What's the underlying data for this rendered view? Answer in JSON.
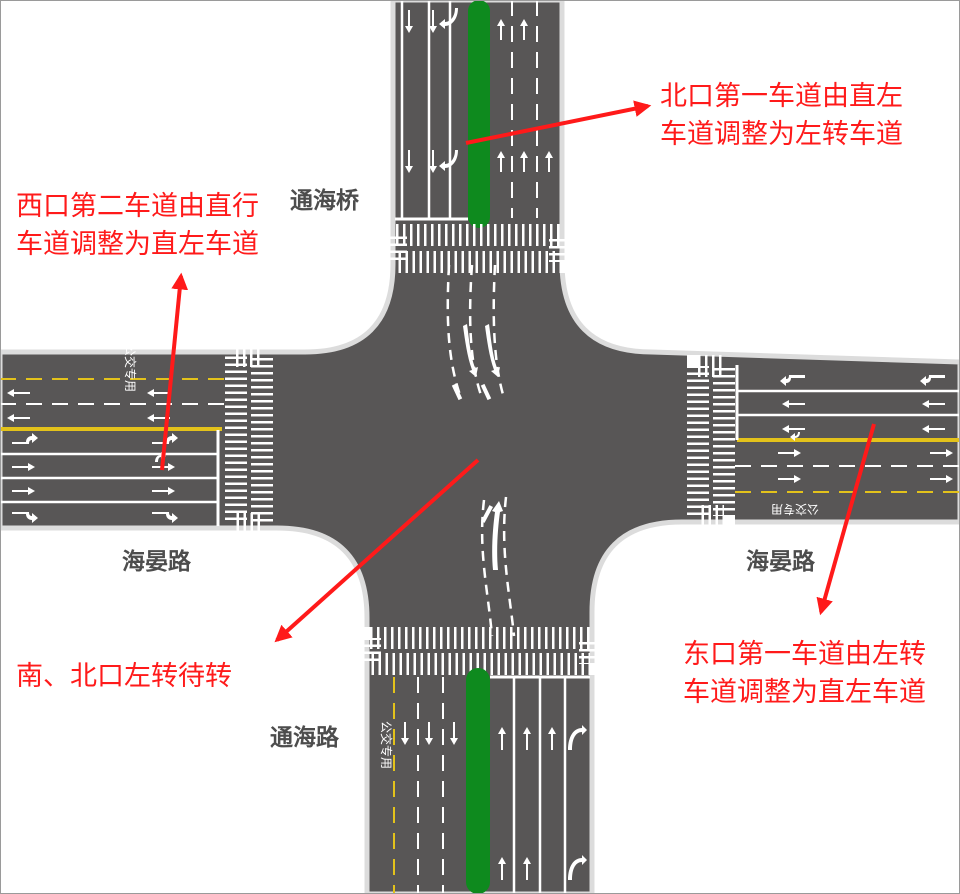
{
  "roads": {
    "north": "通海桥",
    "west": "海晏路",
    "east": "海晏路",
    "south": "通海路"
  },
  "pavement_text": {
    "bus_lane": "公交专用"
  },
  "annotations": {
    "north_line1": "北口第一车道由直左",
    "north_line2": "车道调整为左转车道",
    "west_line1": "西口第二车道由直行",
    "west_line2": "车道调整为直左车道",
    "east_line1": "东口第一车道由左转",
    "east_line2": "车道调整为直左车道",
    "south_wait": "南、北口左转待转"
  },
  "colors": {
    "asphalt": "#585656",
    "lane_white": "#ffffff",
    "lane_yellow": "#e3c21b",
    "median_green": "#0e8a1e",
    "annotation_red": "#ff1a1a",
    "road_label": "#4d4d4d"
  }
}
